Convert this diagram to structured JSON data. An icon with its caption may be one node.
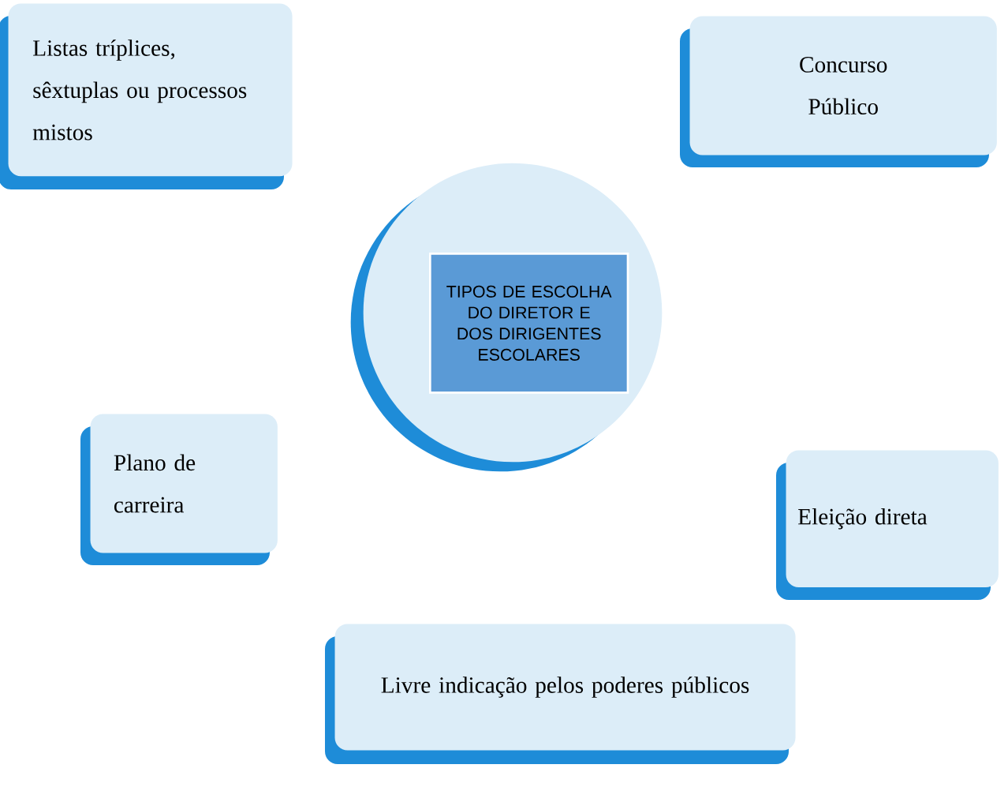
{
  "diagram": {
    "nodes": [
      {
        "text": [
          "Listas tríplices, sêxtuplas ou processos mistos"
        ]
      },
      {
        "text": [
          "Concurso Público"
        ]
      },
      {
        "text": [],
        "shape": "circle"
      },
      {
        "text": [
          "TIPOS DE ESCOLHA DO DIRETOR E DOS DIRIGENTES ESCOLARES"
        ],
        "in": 2
      },
      {
        "text": [
          "Plano de carreira"
        ]
      },
      {
        "text": [
          "Eleição direta"
        ]
      },
      {
        "text": [
          "Livre indicação pelos poderes públicos"
        ]
      }
    ]
  }
}
